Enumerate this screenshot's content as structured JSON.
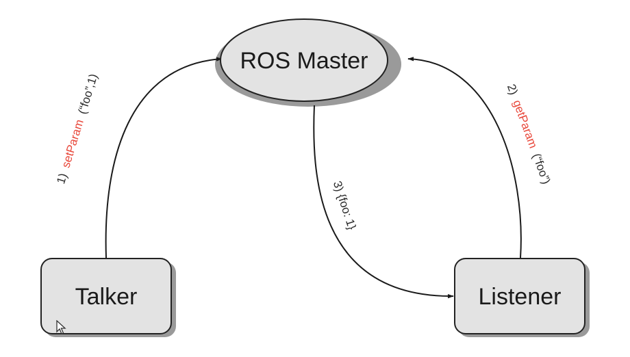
{
  "nodes": {
    "master": "ROS Master",
    "talker": "Talker",
    "listener": "Listener"
  },
  "edges": {
    "set_param": {
      "step": "1)",
      "fn": "setParam",
      "args": "(“foo”,1)"
    },
    "get_param": {
      "step": "2)",
      "fn": "getParam",
      "args": "(“foo”)"
    },
    "reply": {
      "text": "3) {foo: 1}"
    }
  },
  "colors": {
    "node_fill": "#e3e3e3",
    "node_stroke": "#222222",
    "shadow": "#9a9a9a",
    "function_name": "#e8473a"
  }
}
